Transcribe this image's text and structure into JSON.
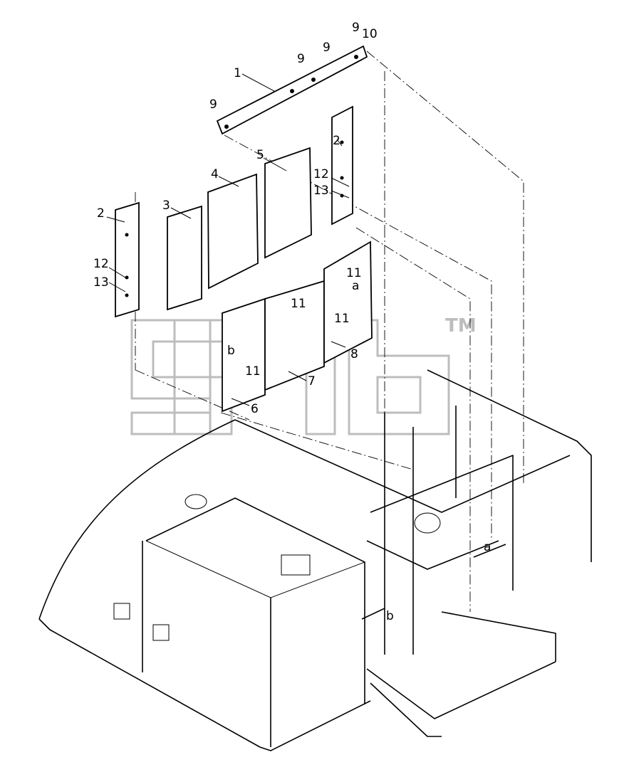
{
  "callouts": {
    "c9a": "9",
    "c10": "10",
    "c9b": "9",
    "c9c": "9",
    "c1": "1",
    "c9d": "9",
    "c2r": "2",
    "c12r": "12",
    "c13r": "13",
    "c5": "5",
    "c4": "4",
    "c3": "3",
    "c2l": "2",
    "c12l": "12",
    "c13l": "13",
    "c11a": "11",
    "ca1": "a",
    "c11b": "11",
    "c11c": "11",
    "cb1": "b",
    "c11d": "11",
    "c8": "8",
    "c7": "7",
    "c6": "6",
    "ca2": "a",
    "cb2": "b"
  },
  "watermark": {
    "mark": "TM"
  }
}
